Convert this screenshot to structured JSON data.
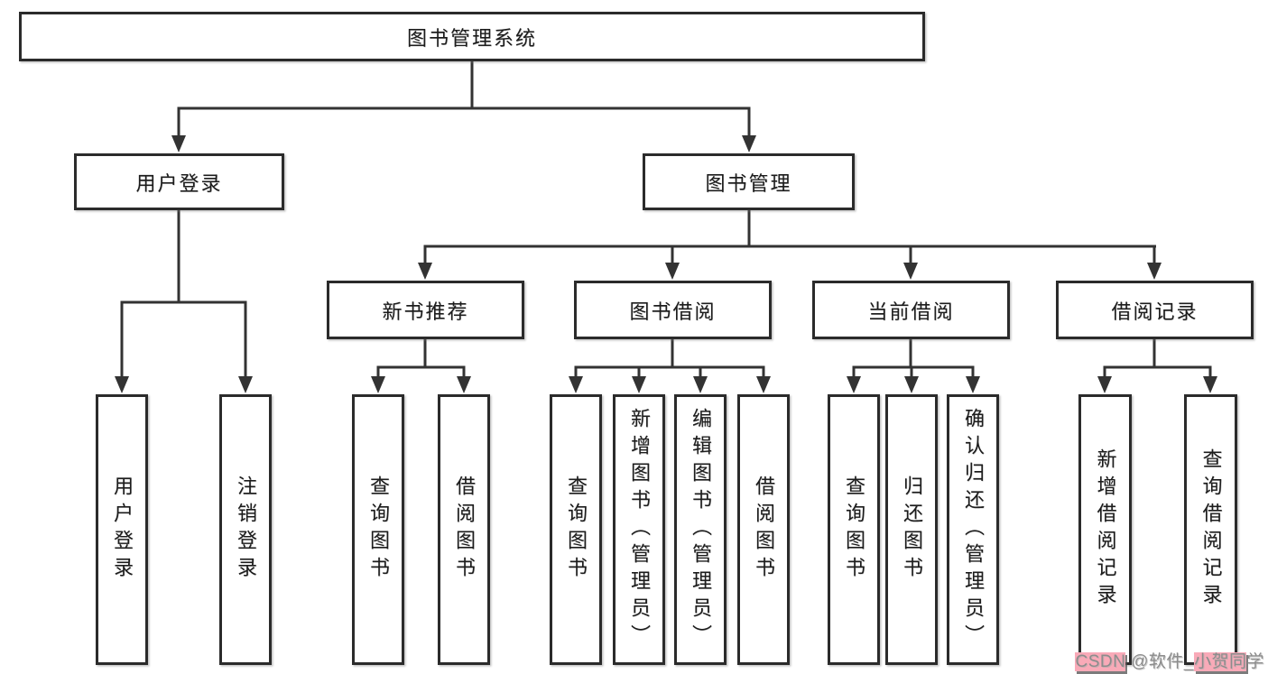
{
  "diagram_title": "图书管理系统",
  "tree": {
    "root": {
      "label": "图书管理系统"
    },
    "branches": [
      {
        "label": "用户登录",
        "children": [
          {
            "label": "用户登录"
          },
          {
            "label": "注销登录"
          }
        ]
      },
      {
        "label": "图书管理",
        "children": [
          {
            "label": "新书推荐",
            "children": [
              {
                "label": "查询图书"
              },
              {
                "label": "借阅图书"
              }
            ]
          },
          {
            "label": "图书借阅",
            "children": [
              {
                "label": "查询图书"
              },
              {
                "label": "新增图书（管理员）"
              },
              {
                "label": "编辑图书（管理员）"
              },
              {
                "label": "借阅图书"
              }
            ]
          },
          {
            "label": "当前借阅",
            "children": [
              {
                "label": "查询图书"
              },
              {
                "label": "归还图书"
              },
              {
                "label": "确认归还（管理员）"
              }
            ]
          },
          {
            "label": "借阅记录",
            "children": [
              {
                "label": "新增借阅记录"
              },
              {
                "label": "查询借阅记录"
              }
            ]
          }
        ]
      }
    ]
  },
  "colors": {
    "line": "#333333",
    "box_border": "#2b2b2b",
    "box_fill": "#ffffff",
    "text": "#1c1c1c",
    "watermark_text": "#8c8c8c",
    "watermark_highlight": "#f9aab8"
  },
  "watermark": {
    "text": "CSDN @软件_小贺同学",
    "segments": [
      {
        "text": "CSDN",
        "highlighted": true
      },
      {
        "text": " @软件_",
        "highlighted": false
      },
      {
        "text": "小贺同",
        "highlighted": true
      },
      {
        "text": "学",
        "highlighted": false
      }
    ]
  }
}
